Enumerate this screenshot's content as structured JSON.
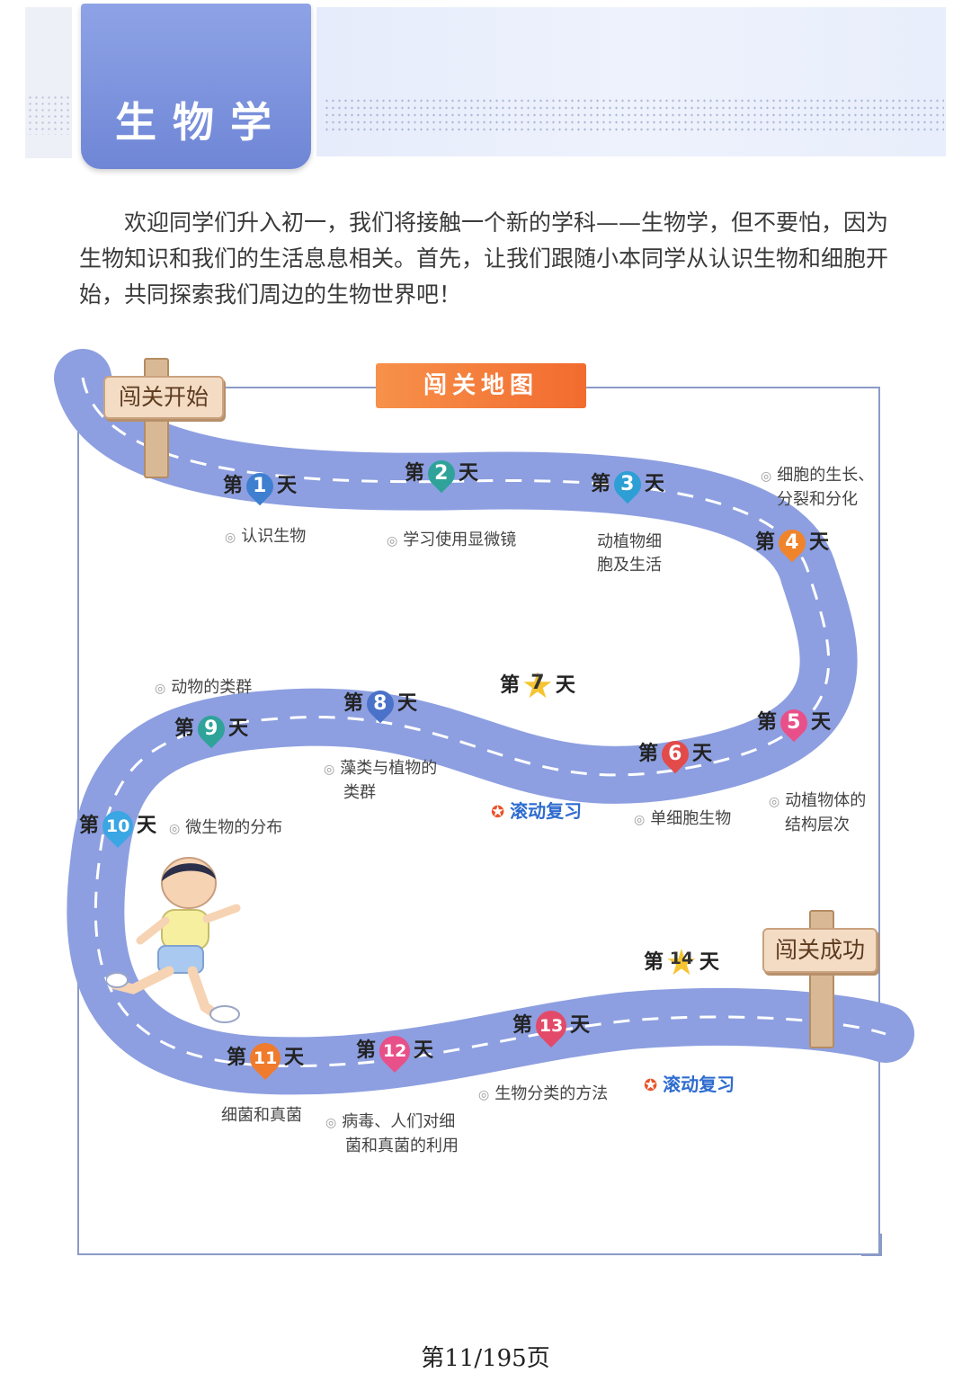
{
  "header": {
    "title": "生物学"
  },
  "intro": "欢迎同学们升入初一，我们将接触一个新的学科——生物学，但不要怕，因为生物知识和我们的生活息息相关。首先，让我们跟随小本同学从认识生物和细胞开始，共同探索我们周边的生物世界吧！",
  "map": {
    "banner": "闯关地图",
    "start_sign": "闯关开始",
    "end_sign": "闯关成功",
    "day_prefix": "第",
    "day_suffix": "天",
    "days": [
      {
        "n": "1",
        "color": "#3f7fd0",
        "topic": "认识生物"
      },
      {
        "n": "2",
        "color": "#2fa39a",
        "topic": "学习使用显微镜"
      },
      {
        "n": "3",
        "color": "#2d9fd4",
        "topic": "动植物细胞及生活"
      },
      {
        "n": "4",
        "color": "#f0842b",
        "topic": "细胞的生长、分裂和分化"
      },
      {
        "n": "5",
        "color": "#e8508a",
        "topic": "动植物体的结构层次"
      },
      {
        "n": "6",
        "color": "#e34a4a",
        "topic": "单细胞生物"
      },
      {
        "n": "7",
        "color": "#f5c431",
        "topic": ""
      },
      {
        "n": "8",
        "color": "#4a72c8",
        "topic": "藻类与植物的类群"
      },
      {
        "n": "9",
        "color": "#2fa39a",
        "topic": "动物的类群"
      },
      {
        "n": "10",
        "color": "#3aa6e3",
        "topic": "微生物的分布"
      },
      {
        "n": "11",
        "color": "#f07b2c",
        "topic": "细菌和真菌"
      },
      {
        "n": "12",
        "color": "#e8508a",
        "topic": "病毒、人们对细菌和真菌的利用"
      },
      {
        "n": "13",
        "color": "#e34a6a",
        "topic": "生物分类的方法"
      },
      {
        "n": "14",
        "color": "#f5c431",
        "topic": ""
      }
    ],
    "topic_lines": {
      "d3a": "动植物细",
      "d3b": "胞及生活",
      "d4a": "细胞的生长、",
      "d4b": "分裂和分化",
      "d5a": "动植物体的",
      "d5b": "结构层次",
      "d8a": "藻类与植物的",
      "d8b": "类群",
      "d12a": "病毒、人们对细",
      "d12b": "菌和真菌的利用"
    },
    "review_label": "滚动复习"
  },
  "footer": {
    "page": "第11/195页"
  }
}
